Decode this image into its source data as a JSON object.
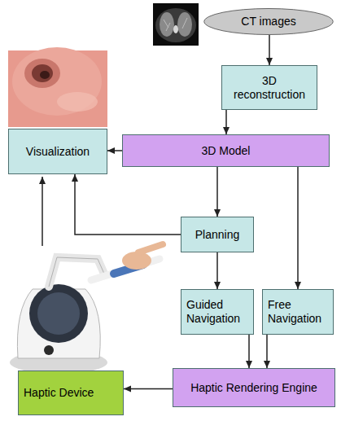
{
  "diagram": {
    "nodes": [
      {
        "text": [
          "CT images"
        ]
      },
      {
        "text": [
          "3D reconstruction"
        ]
      },
      {
        "text": [
          "Visualization"
        ]
      },
      {
        "text": [
          "3D Model"
        ]
      },
      {
        "text": [
          "Planning"
        ]
      },
      {
        "text": [
          "Guided Navigation"
        ]
      },
      {
        "text": [
          "Free Navigation"
        ]
      },
      {
        "text": [
          "Haptic Device"
        ]
      },
      {
        "text": [
          "Haptic Rendering Engine"
        ]
      }
    ],
    "edges": [
      {
        "from": 0,
        "to": 1,
        "arrow": "to"
      },
      {
        "from": 1,
        "to": 3,
        "arrow": "to"
      },
      {
        "from": 3,
        "to": 2,
        "arrow": "to"
      },
      {
        "from": 3,
        "to": 4,
        "arrow": "to"
      },
      {
        "from": 4,
        "to": 2,
        "arrow": "to"
      },
      {
        "from": 4,
        "to": 5,
        "arrow": "to"
      },
      {
        "from": 3,
        "to": 6,
        "arrow": "to"
      },
      {
        "from": 5,
        "to": 8,
        "arrow": "to"
      },
      {
        "from": 6,
        "to": 8,
        "arrow": "to"
      },
      {
        "from": 8,
        "to": 7,
        "arrow": "to"
      }
    ]
  }
}
